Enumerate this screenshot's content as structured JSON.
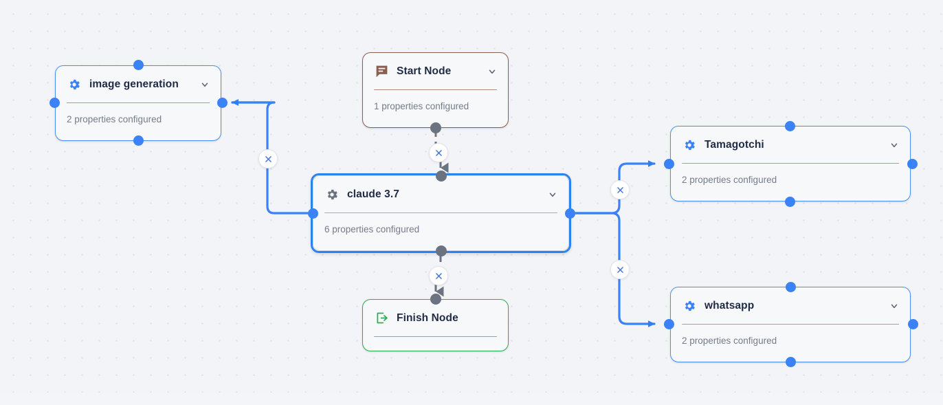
{
  "canvas": {
    "label": "workflow-canvas",
    "background_color": "#f3f4f8",
    "dot_color": "#dcdee6"
  },
  "colors": {
    "accent_blue": "#3b82f6",
    "selected_blue": "#2b83f0",
    "start_brown": "#8a5f52",
    "finish_green": "#2eab54",
    "grey_handle": "#6b7280",
    "node_background": "#f7f8fa",
    "title_text": "#1f2a44",
    "subtitle_text": "#747b8a"
  },
  "nodes": [
    {
      "id": "image-generation",
      "title": "image generation",
      "subtitle": "2 properties configured",
      "icon": "gear-icon",
      "icon_color": "#3b82f6",
      "accent": "blue",
      "selected": false,
      "has_chevron": true,
      "has_subtitle": true
    },
    {
      "id": "start-node",
      "title": "Start Node",
      "subtitle": "1 properties configured",
      "icon": "speech-bubble-icon",
      "icon_color": "#8a5f52",
      "accent": "brown",
      "selected": false,
      "has_chevron": true,
      "has_subtitle": true
    },
    {
      "id": "claude-37",
      "title": "claude 3.7",
      "subtitle": "6 properties configured",
      "icon": "gear-icon",
      "icon_color": "#6b7280",
      "accent": "blue",
      "selected": true,
      "has_chevron": true,
      "has_subtitle": true
    },
    {
      "id": "finish-node",
      "title": "Finish Node",
      "subtitle": "",
      "icon": "exit-arrow-icon",
      "icon_color": "#2eab54",
      "accent": "green",
      "selected": false,
      "has_chevron": false,
      "has_subtitle": false
    },
    {
      "id": "tamagotchi",
      "title": "Tamagotchi",
      "subtitle": "2 properties configured",
      "icon": "gear-icon",
      "icon_color": "#3b82f6",
      "accent": "blue",
      "selected": false,
      "has_chevron": true,
      "has_subtitle": true
    },
    {
      "id": "whatsapp",
      "title": "whatsapp",
      "subtitle": "2 properties configured",
      "icon": "gear-icon",
      "icon_color": "#3b82f6",
      "accent": "blue",
      "selected": false,
      "has_chevron": true,
      "has_subtitle": true
    }
  ],
  "edges": [
    {
      "id": "claude-to-image-generation",
      "from": "claude-37",
      "to": "image-generation",
      "color": "#3b82f6",
      "delete_label": "×"
    },
    {
      "id": "start-to-claude",
      "from": "start-node",
      "to": "claude-37",
      "color": "#6b7280",
      "delete_label": "×"
    },
    {
      "id": "claude-to-finish",
      "from": "claude-37",
      "to": "finish-node",
      "color": "#6b7280",
      "delete_label": "×"
    },
    {
      "id": "claude-to-tamagotchi",
      "from": "claude-37",
      "to": "tamagotchi",
      "color": "#3b82f6",
      "delete_label": "×"
    },
    {
      "id": "claude-to-whatsapp",
      "from": "claude-37",
      "to": "whatsapp",
      "color": "#3b82f6",
      "delete_label": "×"
    }
  ]
}
